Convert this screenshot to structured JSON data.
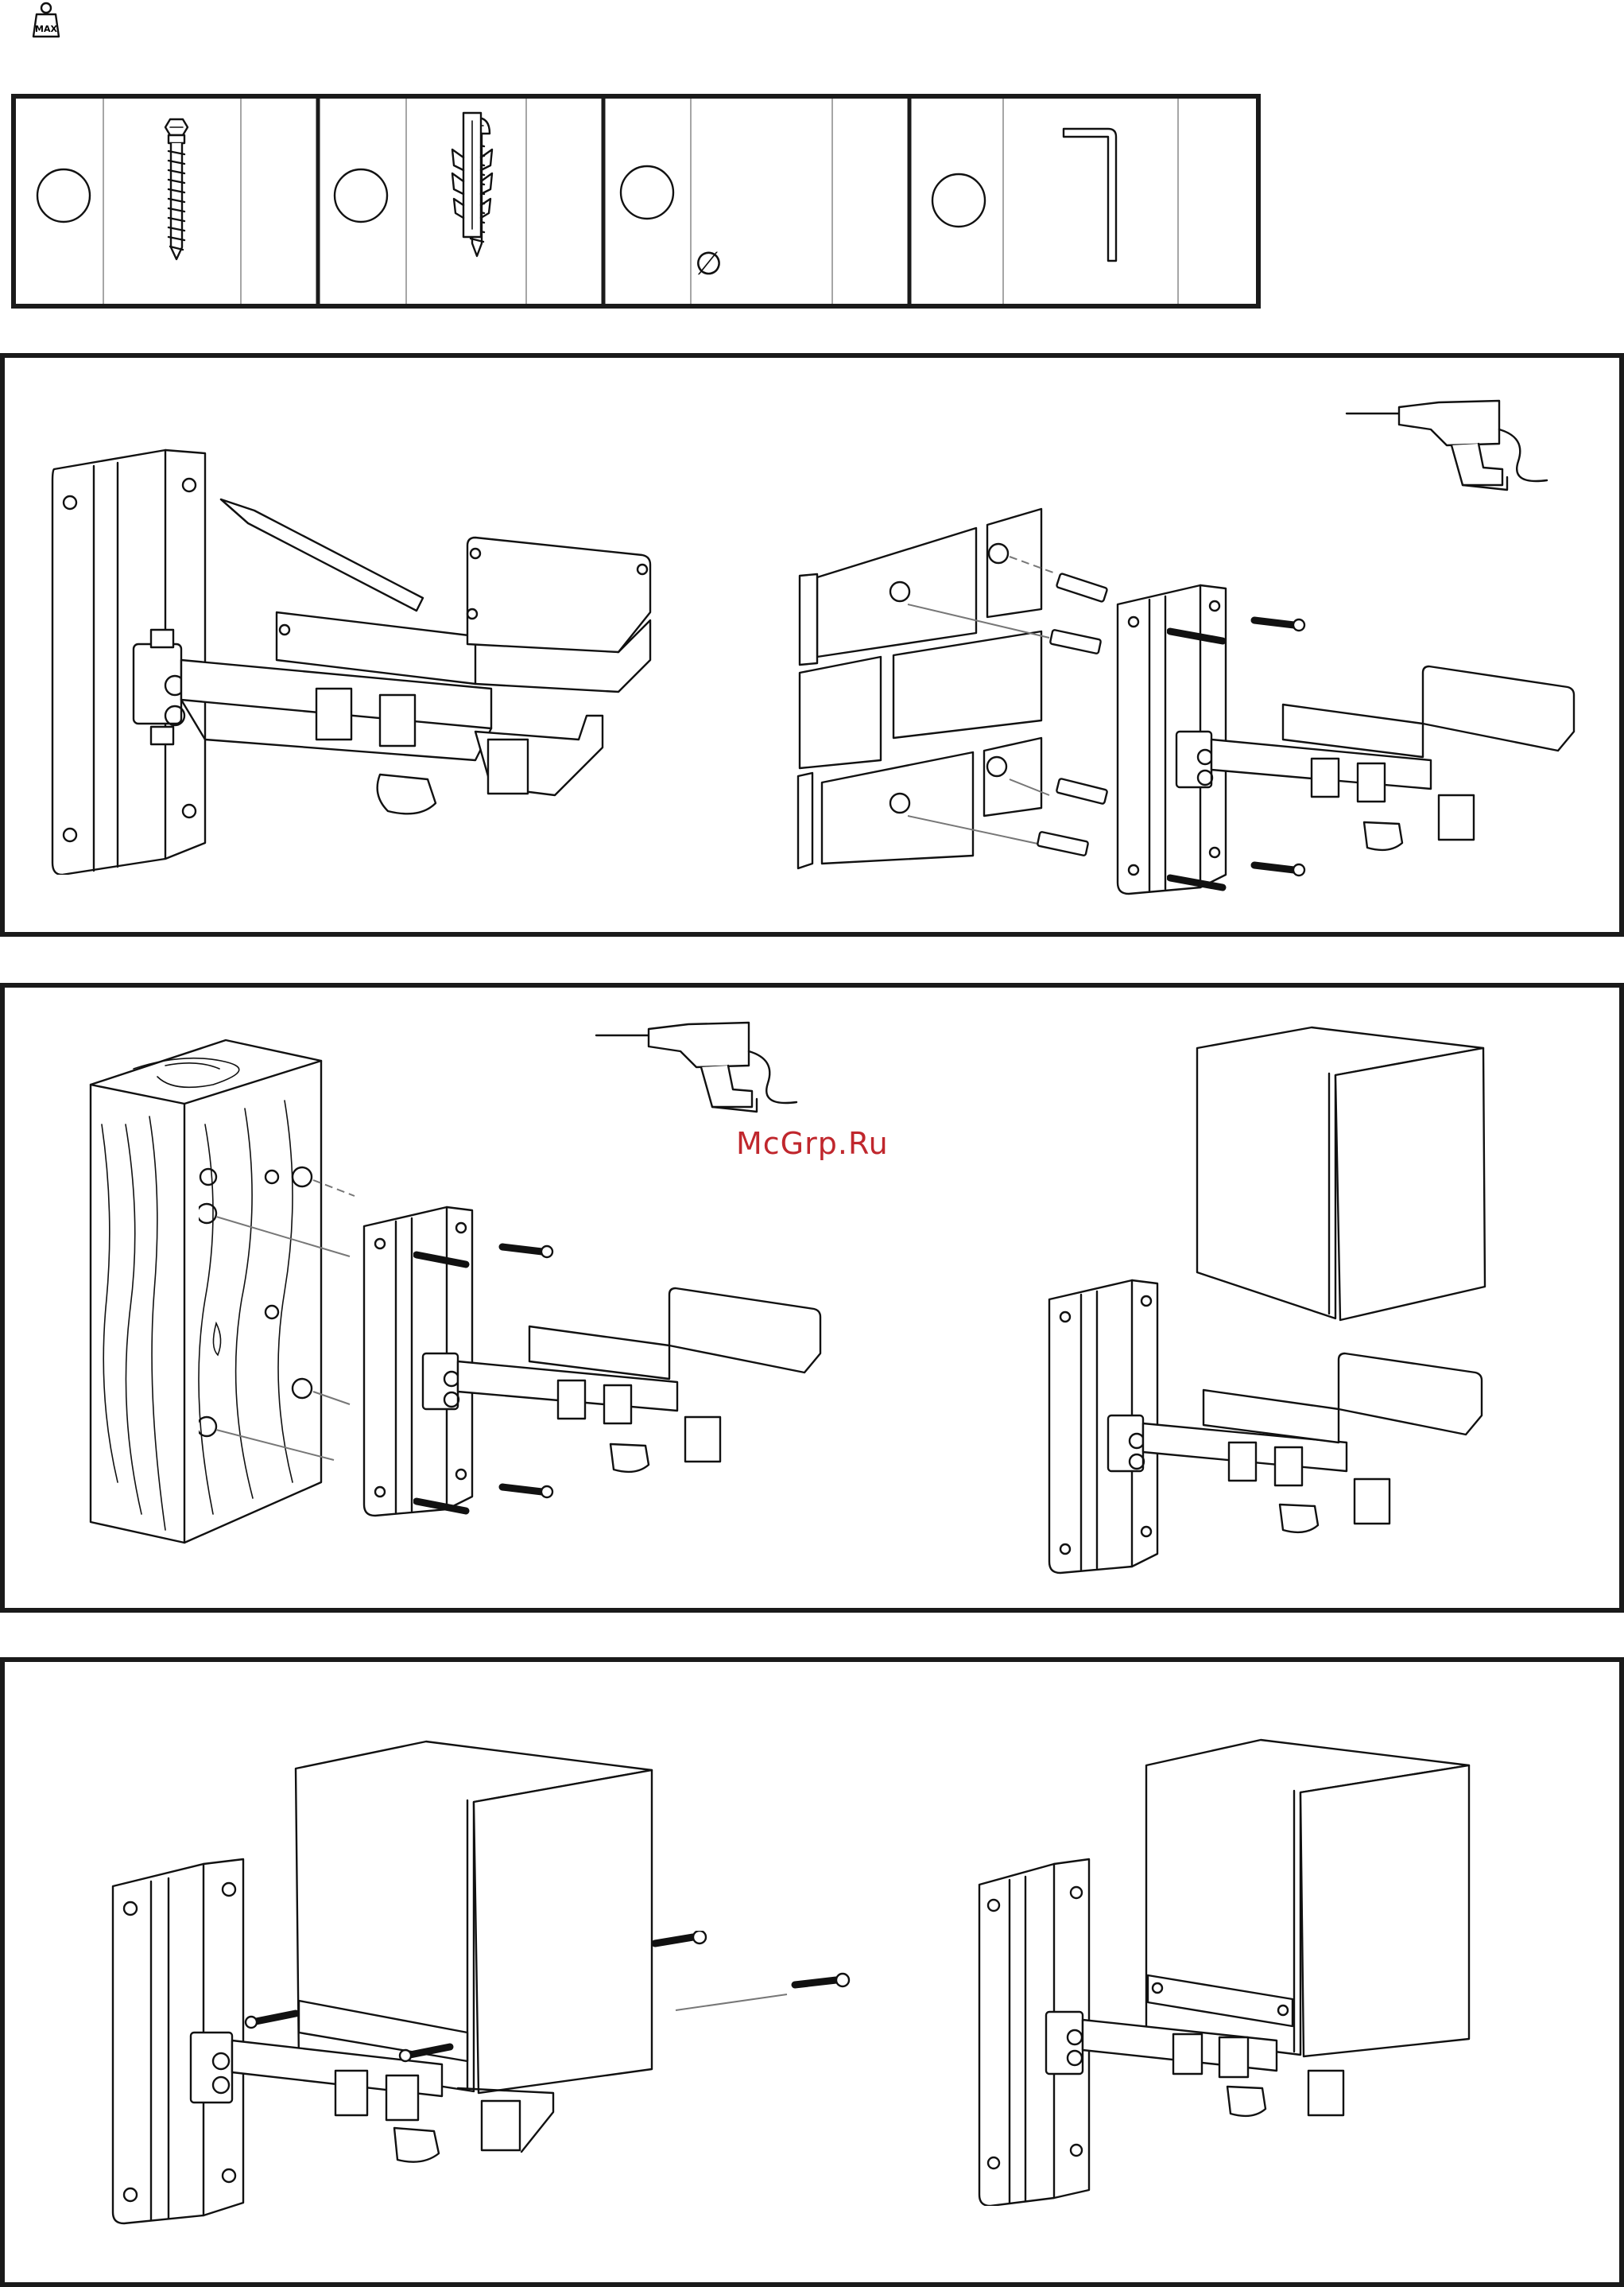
{
  "header": {
    "max_weight_label": "MAX",
    "weight_icon": "weight-icon"
  },
  "parts": [
    {
      "icon": "hex-bolt-icon"
    },
    {
      "icon": "round-head-screw-icon"
    },
    {
      "icon": "wall-plug-icon",
      "diameter_symbol": "∅"
    },
    {
      "icon": "allen-key-icon"
    }
  ],
  "steps": [
    {
      "name": "step-masonry-mounting",
      "tool_icon": "drill-icon"
    },
    {
      "name": "step-wood-mounting",
      "tool_icon": "drill-icon"
    },
    {
      "name": "step-speaker-fixing"
    }
  ],
  "watermark": "McGrp.Ru",
  "colors": {
    "frame": "#1a1a1a",
    "watermark": "#c0272d"
  }
}
